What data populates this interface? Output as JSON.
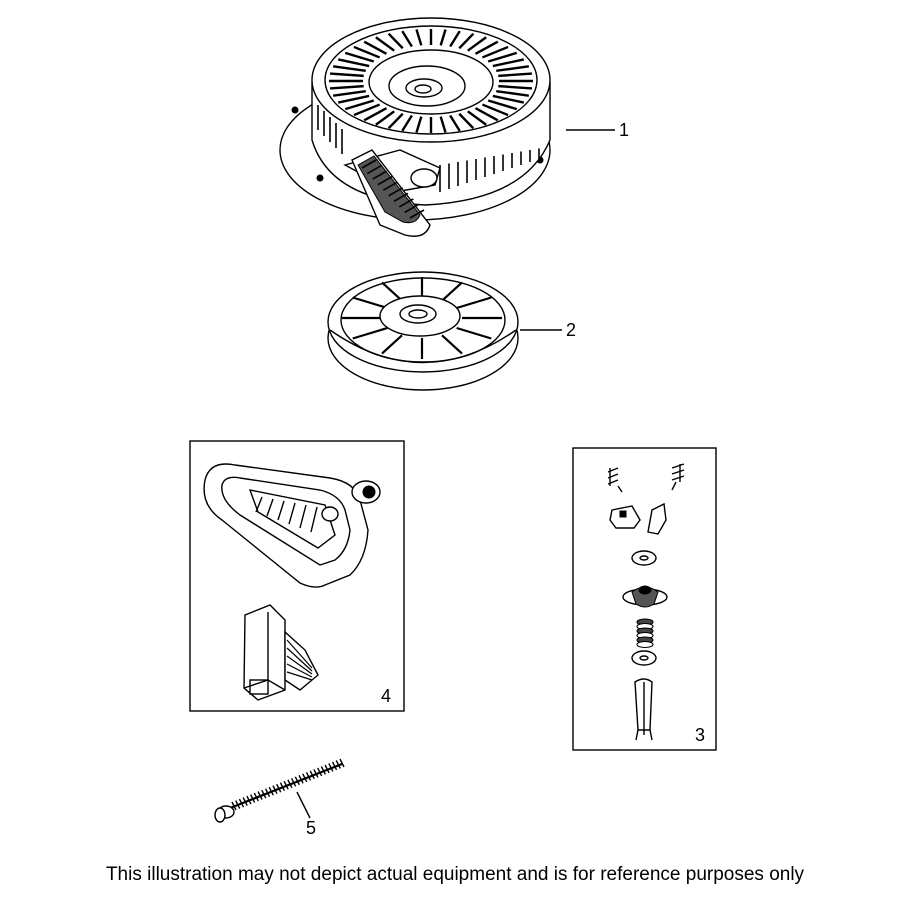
{
  "callouts": {
    "part_1": "1",
    "part_2": "2",
    "part_3": "3",
    "part_4": "4",
    "part_5": "5"
  },
  "disclaimer": "This illustration may not depict actual equipment and is for reference purposes only"
}
